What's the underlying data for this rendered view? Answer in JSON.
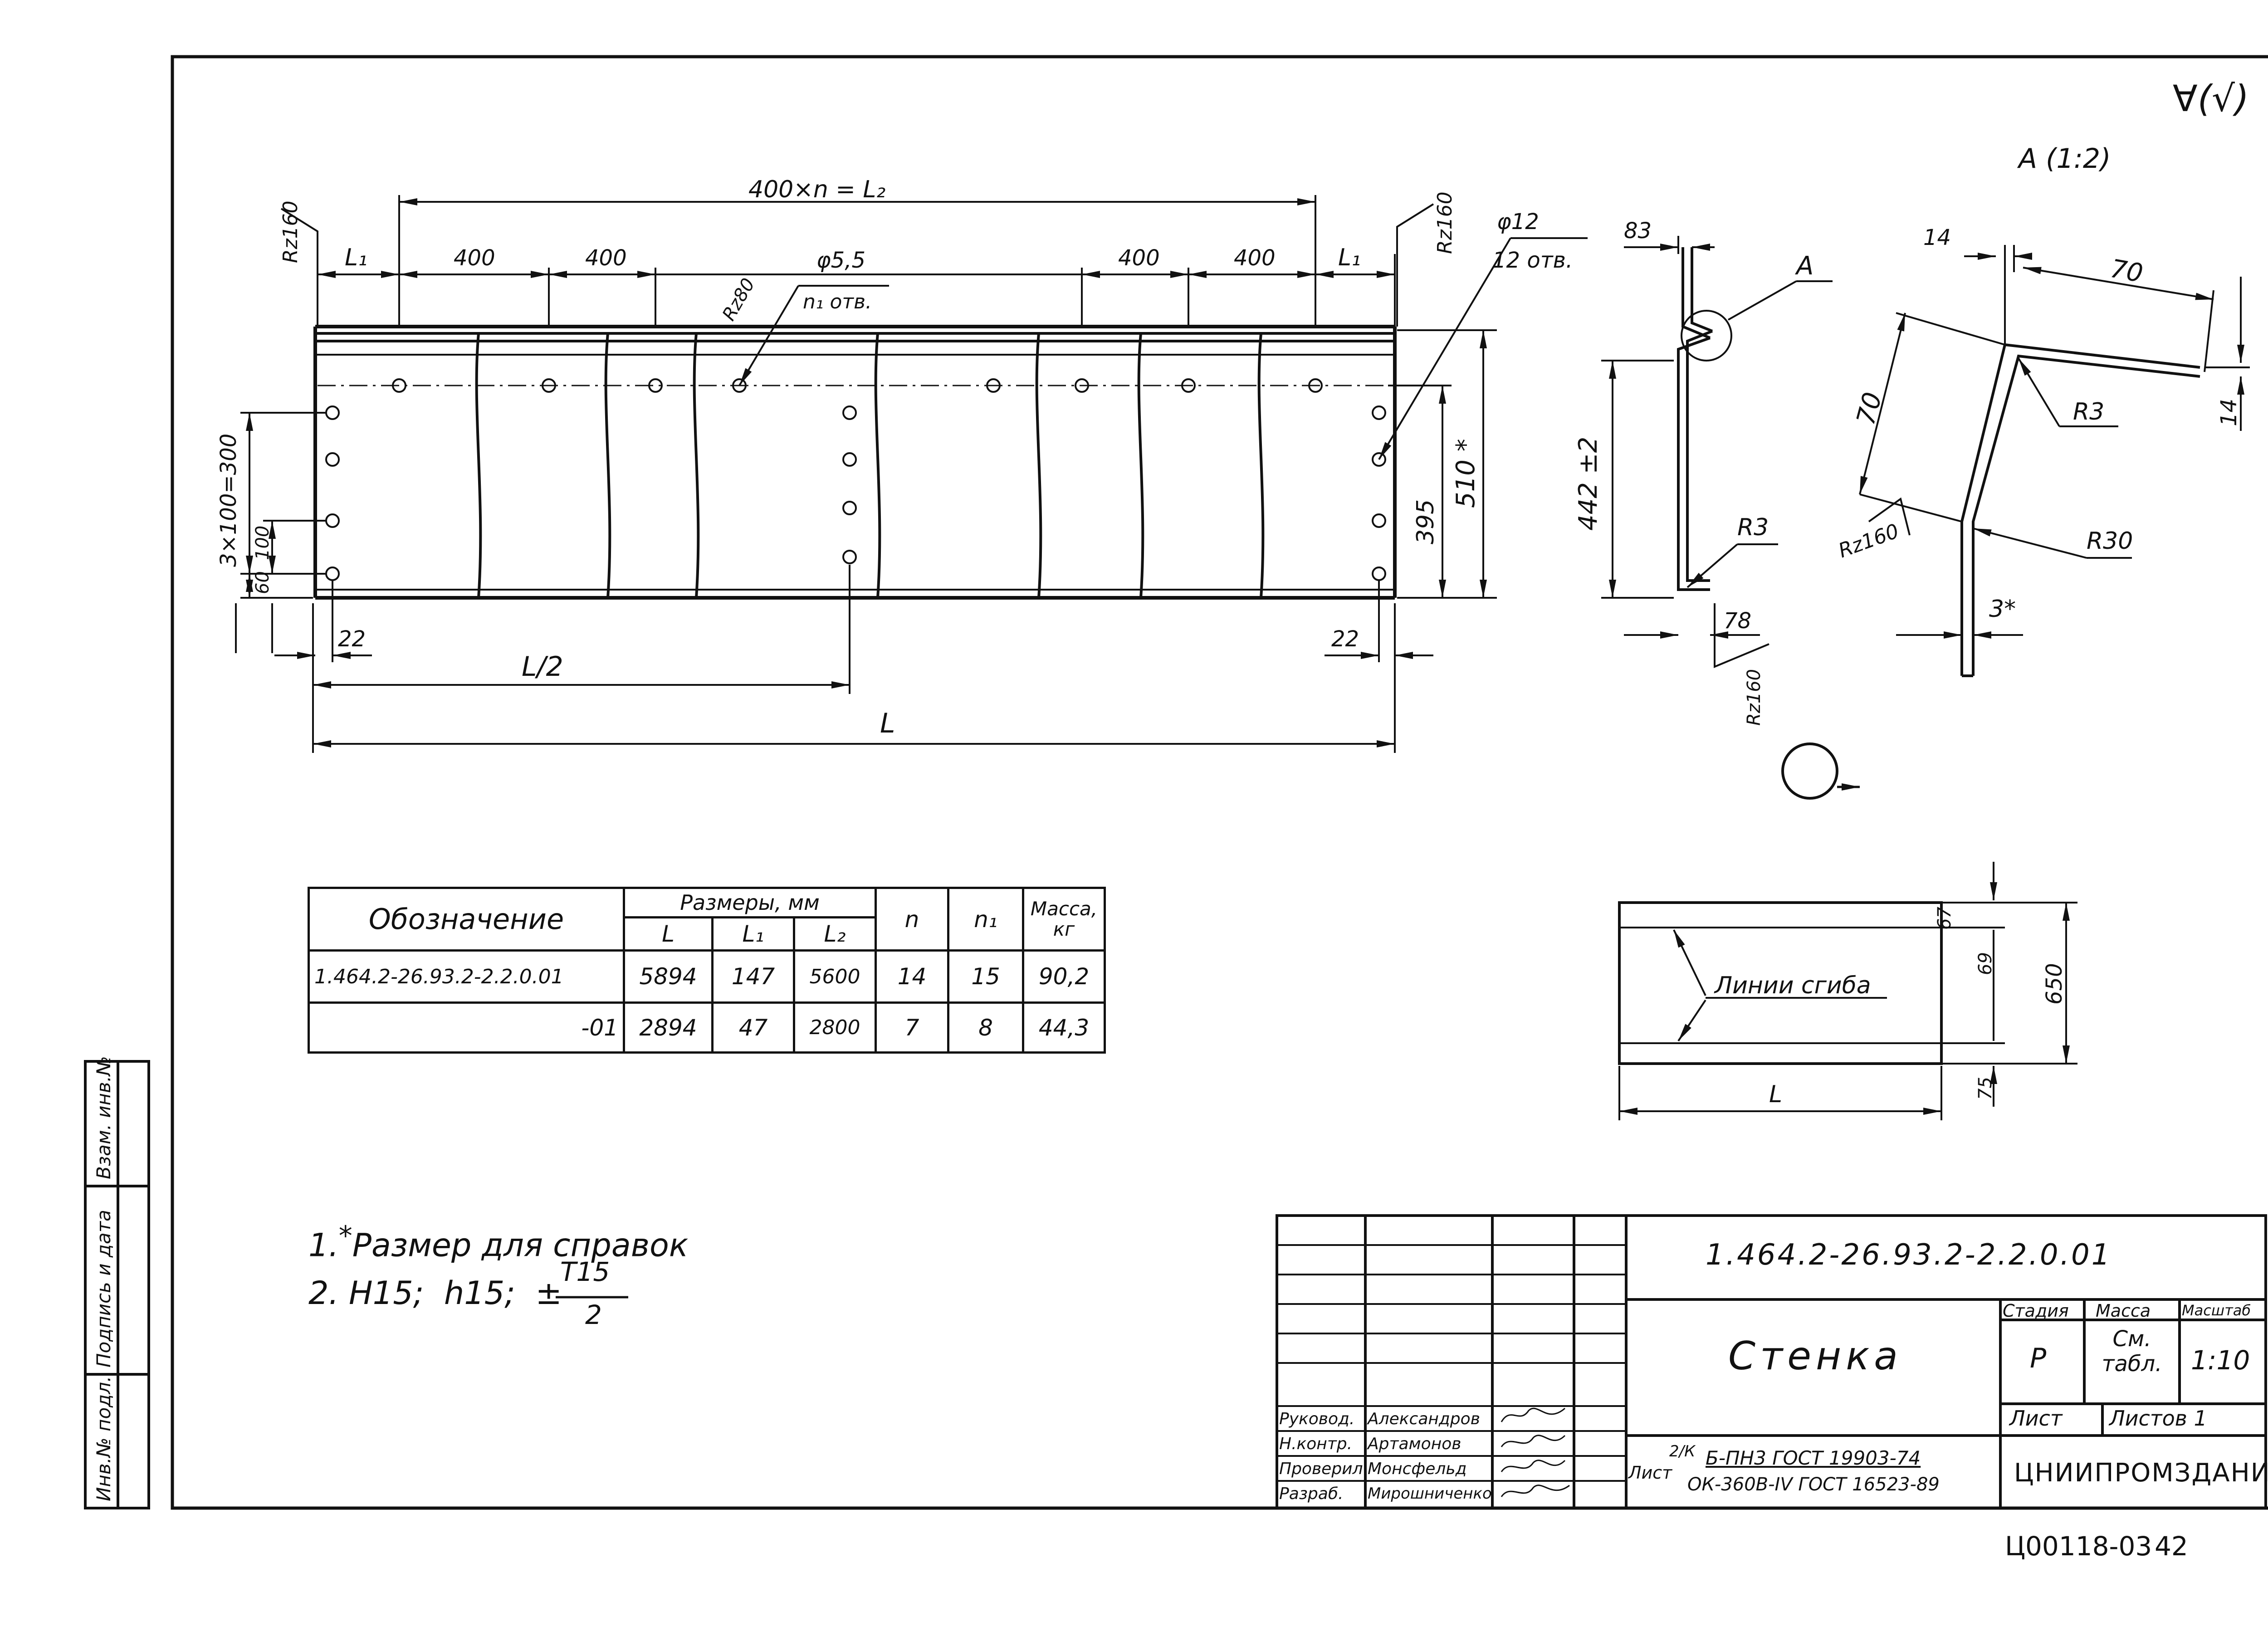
{
  "drawing": {
    "roughness_mark": "∀(√)",
    "view_a_label": "A (1:2)",
    "main_view": {
      "dim_top_total": "400×n = L₂",
      "dim_l1_left": "L₁",
      "dim_l1_right": "L₁",
      "dim_400": [
        "400",
        "400",
        "400",
        "400"
      ],
      "rz_left": "Rz160",
      "rz_right": "Rz160",
      "rz80": "Rz80",
      "hole_small_dia": "φ5,5",
      "hole_small_count": "n₁ отв.",
      "hole_big_dia": "φ12",
      "hole_big_count": "12 отв.",
      "dim_510": "510 *",
      "dim_395": "395",
      "dim_3x100": "3×100=300",
      "dim_100": "100",
      "dim_60": "60",
      "dim_22_left": "22",
      "dim_22_right": "22",
      "dim_l_half": "L/2",
      "dim_l": "L"
    },
    "section_view": {
      "dim_83": "83",
      "label_a": "A",
      "dim_442": "442 ±2",
      "r3": "R3",
      "dim_78": "78",
      "rz160": "Rz160"
    },
    "detail_view": {
      "dim_14_top": "14",
      "dim_70_top": "70",
      "dim_70_side": "70",
      "dim_14_right": "14",
      "r3": "R3",
      "r30": "R30",
      "rz160": "Rz160",
      "dim_3": "3*"
    },
    "blank_view": {
      "dim_67": "67",
      "dim_69": "69",
      "dim_650": "650",
      "dim_75": "75",
      "bend_lines_label": "Линии сгиба",
      "dim_l": "L"
    }
  },
  "spec_table": {
    "header_designation": "Обозначение",
    "header_sizes": "Размеры, мм",
    "col_L": "L",
    "col_L1": "L₁",
    "col_L2": "L₂",
    "col_n": "n",
    "col_n1": "n₁",
    "col_mass": "Масса, кг",
    "rows": [
      {
        "designation": "1.464.2-26.93.2-2.2.0.01",
        "L": "5894",
        "L1": "147",
        "L2": "5600",
        "n": "14",
        "n1": "15",
        "mass": "90,2"
      },
      {
        "designation": "-01",
        "L": "2894",
        "L1": "47",
        "L2": "2800",
        "n": "7",
        "n1": "8",
        "mass": "44,3"
      }
    ]
  },
  "notes": {
    "note1_num": "1.",
    "note1_star": "*",
    "note1_text": "Размер для справок",
    "note2_text": "2. H15;  h15;  ±",
    "note2_frac_num": "T15",
    "note2_frac_den": "2"
  },
  "side_stamp": {
    "inv_orig": "Инв.№ подл.",
    "sign_date": "Подпись и дата",
    "replace_inv": "Взам. инв.№"
  },
  "title_block": {
    "doc_number": "1.464.2-26.93.2-2.2.0.01",
    "part_name": "Стенка",
    "h_stage": "Стадия",
    "h_mass": "Масса",
    "h_scale": "Масштаб",
    "stage": "Р",
    "mass": "См. табл.",
    "scale": "1:10",
    "sheet": "Лист",
    "sheets": "Листов 1",
    "material_prefix": "Лист",
    "material_fraction": "2/К",
    "material_line1": "Б-ПН3  ГОСТ 19903-74",
    "material_line2": "ОК-360В-IV  ГОСТ 16523-89",
    "organization": "ЦНИИПРОМЗДАНИЙ",
    "roles": [
      "Руковод.",
      "Н.контр.",
      "Проверил",
      "Разраб."
    ],
    "names": [
      "Александров",
      "Артамонов",
      "Монсфельд",
      "Мирошниченко"
    ]
  },
  "footer": {
    "archive_code": "Ц00118-03",
    "page_number": "42"
  }
}
